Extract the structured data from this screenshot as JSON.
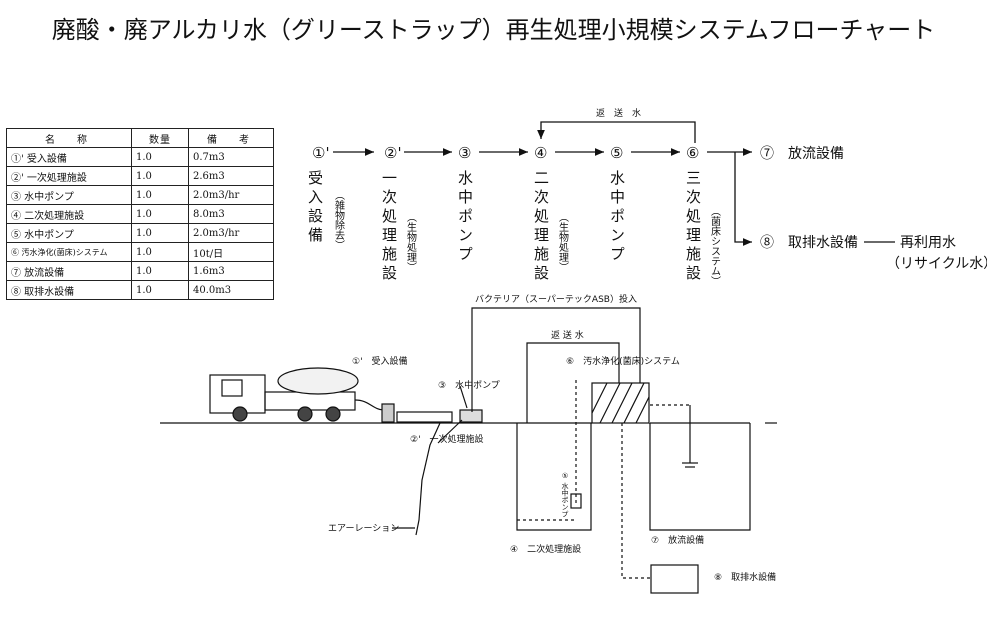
{
  "title": "廃酸・廃アルカリ水（グリーストラップ）再生処理小規模システムフローチャート",
  "table": {
    "headers": [
      "名　称",
      "数量",
      "備　考"
    ],
    "rows": [
      {
        "name": "①' 受入設備",
        "qty": "1.0",
        "note": "0.7m3"
      },
      {
        "name": "②' 一次処理施設",
        "qty": "1.0",
        "note": "2.6m3"
      },
      {
        "name": "③ 水中ポンプ",
        "qty": "1.0",
        "note": "2.0m3/hr"
      },
      {
        "name": "④ 二次処理施設",
        "qty": "1.0",
        "note": "8.0m3"
      },
      {
        "name": "⑤ 水中ポンプ",
        "qty": "1.0",
        "note": "2.0m3/hr"
      },
      {
        "name": "⑥ 汚水浄化(菌床)システム",
        "qty": "1.0",
        "note": "10t/日"
      },
      {
        "name": "⑦ 放流設備",
        "qty": "1.0",
        "note": "1.6m3"
      },
      {
        "name": "⑧ 取排水設備",
        "qty": "1.0",
        "note": "40.0m3"
      }
    ]
  },
  "flow": {
    "return_label": "返　送　水",
    "nodes": [
      {
        "num": "①'",
        "label": "受入設備",
        "sub": "（雑物除去）"
      },
      {
        "num": "②'",
        "label": "一次処理施設",
        "sub": "（生物処理）"
      },
      {
        "num": "③",
        "label": "水中ポンプ",
        "sub": ""
      },
      {
        "num": "④",
        "label": "二次処理施設",
        "sub": "（生物処理）"
      },
      {
        "num": "⑤",
        "label": "水中ポンプ",
        "sub": ""
      },
      {
        "num": "⑥",
        "label": "三次処理施設",
        "sub": "（菌床システム）"
      }
    ],
    "out7": "⑦　放流設備",
    "out8": "⑧　取排水設備",
    "reuse": "再利用水",
    "recycle": "（リサイクル水）"
  },
  "schematic": {
    "bacteria": "バクテリア（スーパーテックASB）投入",
    "return": "返 送 水",
    "s6": "⑥　汚水浄化(菌床)システム",
    "s1": "①'　受入設備",
    "s3": "③　水中ポンプ",
    "s2": "②'　一次処理施設",
    "aeration": "エアーレーション",
    "s4": "④　二次処理施設",
    "s5": "⑤ 水中ポンプ",
    "s7": "⑦　放流設備",
    "s8": "⑧　取排水設備"
  }
}
